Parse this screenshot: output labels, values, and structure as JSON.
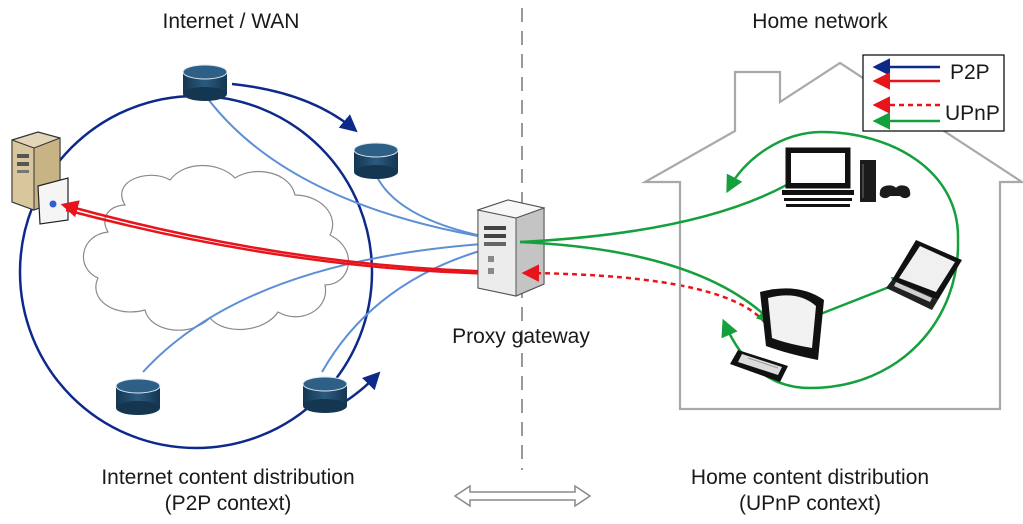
{
  "labels": {
    "internet": "Internet / WAN",
    "home": "Home network",
    "proxy": "Proxy gateway",
    "internet_dist_line1": "Internet content distribution",
    "internet_dist_line2": "(P2P context)",
    "home_dist_line1": "Home content distribution",
    "home_dist_line2": "(UPnP context)"
  },
  "legend": {
    "p2p": "P2P",
    "upnp": "UPnP"
  },
  "icons": [
    "server-icon",
    "database-icon",
    "cloud-icon",
    "proxy-server-icon",
    "house-icon",
    "tv-icon",
    "game-console-icon",
    "laptop-icon",
    "desktop-computer-icon",
    "double-arrow-icon"
  ],
  "colors": {
    "p2p_ring": "#0d2a8a",
    "p2p_link": "#5b8fd6",
    "p2p_request": "#e8141b",
    "upnp": "#14a03c",
    "database": "#1d4466",
    "house": "#a9a9a9",
    "divider": "#999999"
  }
}
